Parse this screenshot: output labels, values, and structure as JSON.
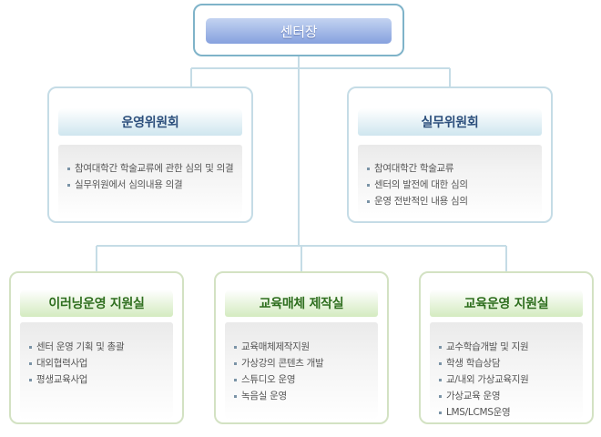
{
  "center": {
    "title": "센터장"
  },
  "committees": [
    {
      "title": "운영위원회",
      "items": [
        "참여대학간 학술교류에 관한 심의 및 의결",
        "실무위원에서 심의내용 의결"
      ]
    },
    {
      "title": "실무위원회",
      "items": [
        "참여대학간 학술교류",
        "센터의 발전에 대한 심의",
        "운영 전반적인 내용 심의"
      ]
    }
  ],
  "offices": [
    {
      "title": "이러닝운영 지원실",
      "items": [
        "센터 운영 기획 및 총괄",
        "대외협력사업",
        "평생교육사업"
      ]
    },
    {
      "title": "교육매체 제작실",
      "items": [
        "교육매체제작지원",
        "가상강의 콘텐츠 개발",
        "스튜디오 운영",
        "녹음실 운영"
      ]
    },
    {
      "title": "교육운영 지원실",
      "items": [
        "교수학습개발 및 지원",
        "학생 학습상담",
        "교/내외 가상교육지원",
        "가상교육 운영",
        "LMS/LCMS운영"
      ]
    }
  ],
  "colors": {
    "connector": "#c5dce6",
    "center_header_top": "#c3d3f1",
    "center_header_bottom": "#86a1de",
    "committee_text": "#2c4f7c",
    "office_text": "#2e6e1e"
  }
}
